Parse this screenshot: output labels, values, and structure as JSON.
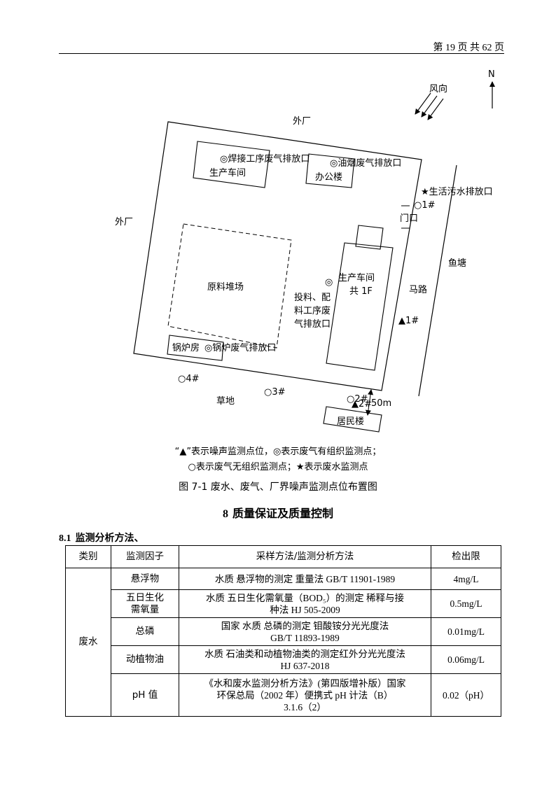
{
  "header": {
    "page_info": "第 19 页 共 62 页"
  },
  "map": {
    "north_label": "N",
    "wind_label": "风向",
    "outside_top": "外厂",
    "outside_left": "外厂",
    "production_workshop_nw": "生产车间",
    "welding_outlet": "◎焊接工序废气排放口",
    "lampblack_outlet": "◎油烟废气排放口",
    "office": "办公楼",
    "domestic_sewage_outlet": "★生活污水排放口",
    "point_1_circle": "○1#",
    "gate": "门口",
    "raw_material_yard": "原料堆场",
    "main_workshop": [
      "生产车间",
      "共 1F"
    ],
    "feeding_marker": "◎",
    "feeding_outlet": [
      "投料、配",
      "料工序废",
      "气排放口"
    ],
    "fish_pond": "鱼塘",
    "road": "马路",
    "point_1_noise": "▲1#",
    "boiler_room": "锅炉房",
    "boiler_outlet": "◎锅炉废气排放口",
    "point_4_circle": "○4#",
    "point_3_circle": "○3#",
    "point_2_circle": "○2#",
    "point_2_noise": "▲2#",
    "grass": "草地",
    "distance": "50m",
    "residential": "居民楼"
  },
  "legend": {
    "line1": "“▲”表示噪声监测点位，◎表示废气有组织监测点；",
    "line2": "○表示废气无组织监测点；★表示废水监测点"
  },
  "figure_caption": "图 7-1 废水、废气、厂界噪声监测点位布置图",
  "section": {
    "number": "8",
    "title": "质量保证及质量控制"
  },
  "subsection": {
    "number": "8.1",
    "title": "监测分析方法、"
  },
  "table": {
    "headers": [
      "类别",
      "监测因子",
      "采样方法/监测分析方法",
      "检出限"
    ],
    "category": "废水",
    "rows": [
      {
        "factor": [
          "悬浮物"
        ],
        "method": [
          "水质 悬浮物的测定 重量法 GB/T 11901-1989"
        ],
        "limit": "4mg/L"
      },
      {
        "factor": [
          "五日生化",
          "需氧量"
        ],
        "method": [
          "水质 五日生化需氧量（BOD₅）的测定 稀释与接",
          "种法 HJ 505-2009"
        ],
        "limit": "0.5mg/L"
      },
      {
        "factor": [
          "总磷"
        ],
        "method": [
          "国家 水质 总磷的测定 钼酸铵分光光度法",
          "GB/T 11893-1989"
        ],
        "limit": "0.01mg/L"
      },
      {
        "factor": [
          "动植物油"
        ],
        "method": [
          "水质 石油类和动植物油类的测定红外分光光度法",
          "HJ 637-2018"
        ],
        "limit": "0.06mg/L"
      },
      {
        "factor": [
          "pH 值"
        ],
        "method": [
          "《水和废水监测分析方法》(第四版增补版）国家",
          "环保总局（2002 年）便携式 pH 计法（B）",
          "3.1.6（2）"
        ],
        "limit": "0.02（pH）"
      }
    ]
  }
}
